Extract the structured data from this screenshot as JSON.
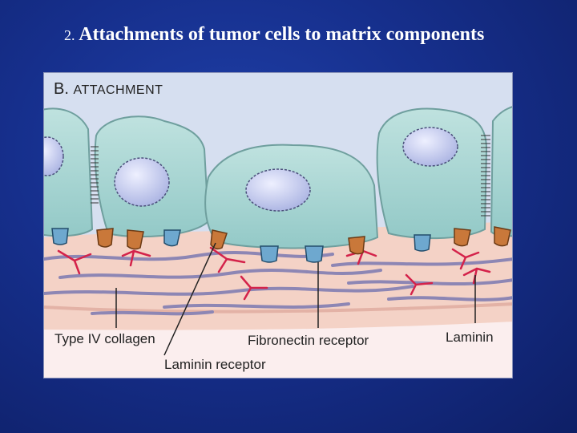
{
  "slide": {
    "number": "2.",
    "title": "Attachments of tumor cells to matrix components"
  },
  "figure": {
    "panel_letter": "B.",
    "panel_title": "ATTACHMENT",
    "labels": {
      "collagen": "Type IV collagen",
      "laminin_receptor": "Laminin receptor",
      "fibronectin_receptor": "Fibronectin receptor",
      "laminin": "Laminin"
    },
    "colors": {
      "cell_fill": "#a9d6d4",
      "nucleus_fill": "#c8cfee",
      "matrix_fill": "#f4d2c6",
      "collagen_fiber": "#8d86b4",
      "laminin_red": "#d4224a",
      "laminin_receptor": "#c9783a",
      "fibronectin_receptor": "#6ea8cf"
    }
  }
}
